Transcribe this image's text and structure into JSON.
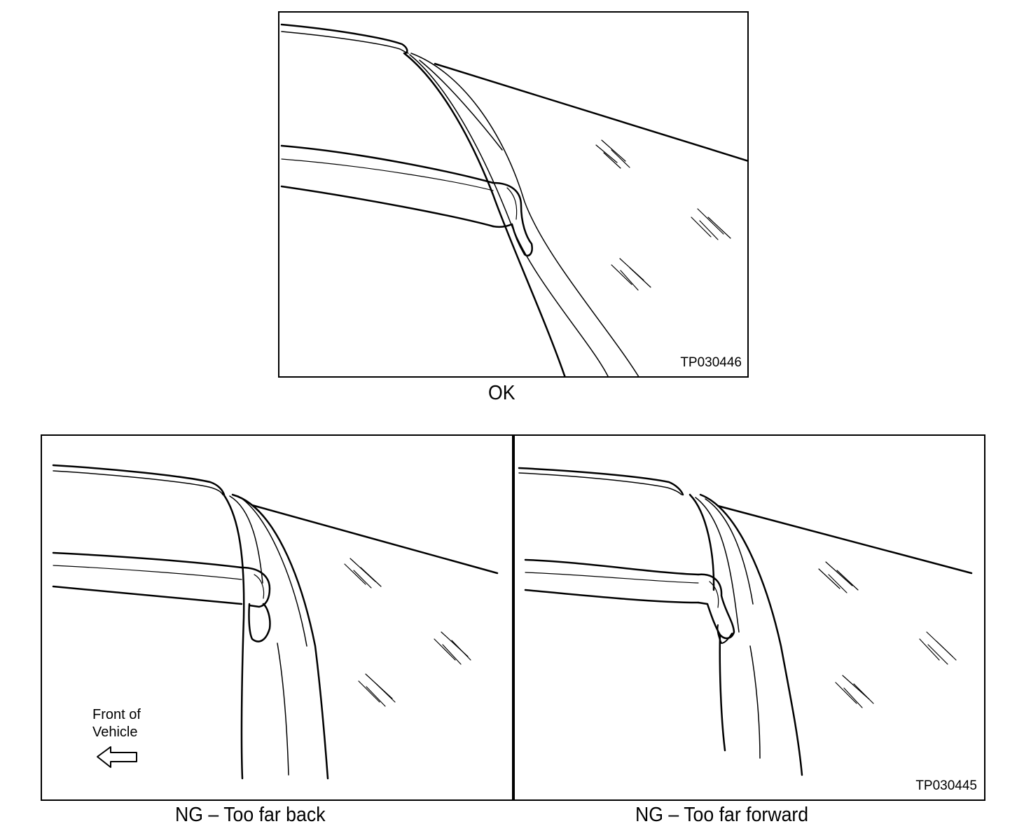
{
  "top_figure": {
    "code": "TP030446",
    "caption": "OK"
  },
  "bottom_figure": {
    "code": "TP030445",
    "left_caption": "NG – Too far back",
    "right_caption": "NG – Too far forward",
    "direction_label_line1": "Front of",
    "direction_label_line2": "Vehicle",
    "direction_icon": "left-arrow-icon"
  }
}
